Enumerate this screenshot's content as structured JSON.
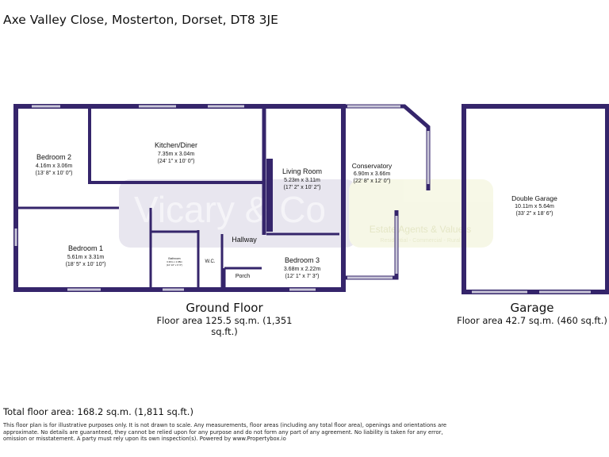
{
  "title": "Axe Valley Close, Mosterton, Dorset, DT8 3JE",
  "watermark": {
    "brand": "Vicary & Co",
    "tagline": "Estate Agents & Valuers",
    "sub": "Residential - Commercial - Rural"
  },
  "colors": {
    "wall": "#35256b",
    "window": "#c9c6d8"
  },
  "rooms": [
    {
      "name": "Bedroom 2",
      "metric": "4.16m x 3.06m",
      "imperial": "(13' 8\" x 10' 0\")"
    },
    {
      "name": "Kitchen/Diner",
      "metric": "7.35m x 3.04m",
      "imperial": "(24' 1\" x 10' 0\")"
    },
    {
      "name": "Living Room",
      "metric": "5.23m x 3.11m",
      "imperial": "(17' 2\" x 10' 2\")"
    },
    {
      "name": "Conservatory",
      "metric": "6.90m x 3.66m",
      "imperial": "(22' 8\" x 12' 0\")"
    },
    {
      "name": "Bedroom 1",
      "metric": "5.61m x 3.31m",
      "imperial": "(18' 5\" x 10' 10\")"
    },
    {
      "name": "Bathroom",
      "metric": "3.30m x 1.98m",
      "imperial": "(10' 10\" x 6' 6\")"
    },
    {
      "name": "W.C."
    },
    {
      "name": "Hallway"
    },
    {
      "name": "Porch"
    },
    {
      "name": "Bedroom 3",
      "metric": "3.68m x 2.22m",
      "imperial": "(12' 1\" x 7' 3\")"
    },
    {
      "name": "Double Garage",
      "metric": "10.11m x 5.64m",
      "imperial": "(33' 2\" x 18' 6\")"
    }
  ],
  "floors": [
    {
      "name": "Ground Floor",
      "area": "Floor area 125.5 sq.m. (1,351 sq.ft.)"
    },
    {
      "name": "Garage",
      "area": "Floor area 42.7 sq.m. (460 sq.ft.)"
    }
  ],
  "total": "Total floor area: 168.2 sq.m. (1,811 sq.ft.)",
  "disclaimer": "This floor plan is for illustrative purposes only. It is not drawn to scale. Any measurements, floor areas (including any total floor area), openings and orientations are approximate. No details are guaranteed, they cannot be relied upon for any purpose and do not form any part of any agreement. No liability is taken for any error, omission or misstatement. A party must rely upon its own inspection(s). Powered by www.Propertybox.io"
}
